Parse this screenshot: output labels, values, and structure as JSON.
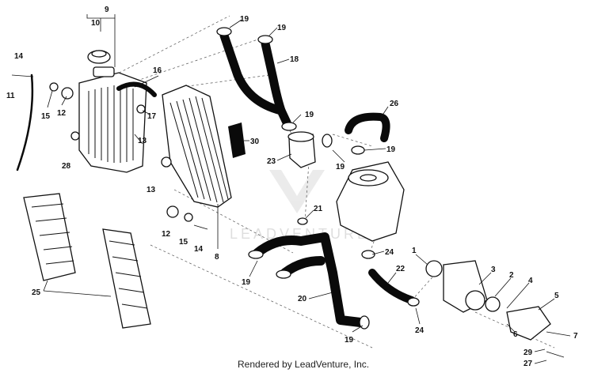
{
  "footer": {
    "credit": "Rendered by LeadVenture, Inc."
  },
  "watermark": {
    "text": "LEADVENTURE"
  },
  "callouts": [
    {
      "id": "c9",
      "text": "9"
    },
    {
      "id": "c10",
      "text": "10"
    },
    {
      "id": "c14a",
      "text": "14"
    },
    {
      "id": "c11",
      "text": "11"
    },
    {
      "id": "c15a",
      "text": "15"
    },
    {
      "id": "c12a",
      "text": "12"
    },
    {
      "id": "c16",
      "text": "16"
    },
    {
      "id": "c17",
      "text": "17"
    },
    {
      "id": "c13a",
      "text": "13"
    },
    {
      "id": "c28",
      "text": "28"
    },
    {
      "id": "c13b",
      "text": "13"
    },
    {
      "id": "c12b",
      "text": "12"
    },
    {
      "id": "c15b",
      "text": "15"
    },
    {
      "id": "c14b",
      "text": "14"
    },
    {
      "id": "c8",
      "text": "8"
    },
    {
      "id": "c25",
      "text": "25"
    },
    {
      "id": "c19a",
      "text": "19"
    },
    {
      "id": "c19b",
      "text": "19"
    },
    {
      "id": "c18",
      "text": "18"
    },
    {
      "id": "c19c",
      "text": "19"
    },
    {
      "id": "c30",
      "text": "30"
    },
    {
      "id": "c23",
      "text": "23"
    },
    {
      "id": "c26",
      "text": "26"
    },
    {
      "id": "c19d",
      "text": "19"
    },
    {
      "id": "c19e",
      "text": "19"
    },
    {
      "id": "c21",
      "text": "21"
    },
    {
      "id": "c19f",
      "text": "19"
    },
    {
      "id": "c20",
      "text": "20"
    },
    {
      "id": "c19g",
      "text": "19"
    },
    {
      "id": "c24a",
      "text": "24"
    },
    {
      "id": "c22",
      "text": "22"
    },
    {
      "id": "c24b",
      "text": "24"
    },
    {
      "id": "c1",
      "text": "1"
    },
    {
      "id": "c3",
      "text": "3"
    },
    {
      "id": "c2",
      "text": "2"
    },
    {
      "id": "c4",
      "text": "4"
    },
    {
      "id": "c5",
      "text": "5"
    },
    {
      "id": "c6",
      "text": "6"
    },
    {
      "id": "c7",
      "text": "7"
    },
    {
      "id": "c29",
      "text": "29"
    },
    {
      "id": "c27",
      "text": "27"
    }
  ]
}
